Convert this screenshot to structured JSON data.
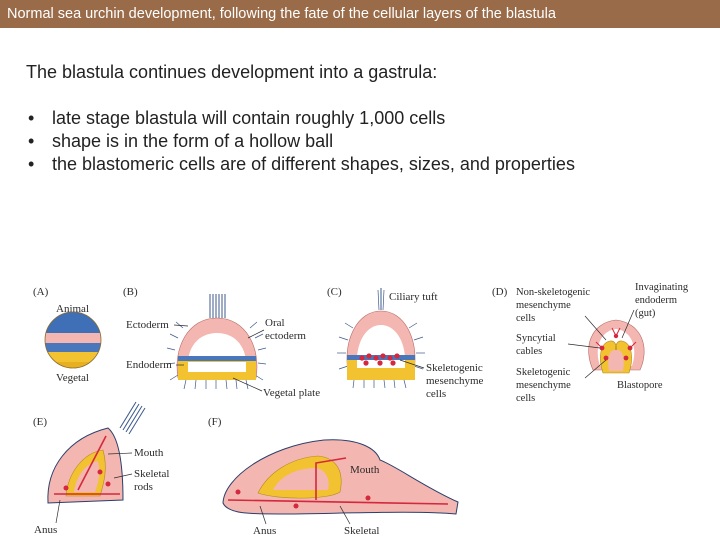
{
  "header": {
    "title": "Normal sea urchin development, following the fate of the cellular layers of the blastula"
  },
  "intro": "The blastula continues development into a gastrula:",
  "bullets": [
    {
      "marker": "•",
      "text": "late stage blastula will contain roughly 1,000 cells"
    },
    {
      "marker": "•",
      "text": "shape is in the form of a hollow ball"
    },
    {
      "marker": "•",
      "text": "the blastomeric cells are of different shapes, sizes, and properties"
    }
  ],
  "figure": {
    "panels": {
      "a": {
        "letter": "(A)",
        "labels": {
          "animal": "Animal",
          "vegetal": "Vegetal"
        }
      },
      "b": {
        "letter": "(B)",
        "labels": {
          "ectoderm": "Ectoderm",
          "oral": "Oral",
          "oral_ectoderm": "ectoderm",
          "endoderm": "Endoderm",
          "vegetal_plate": "Vegetal plate"
        }
      },
      "c": {
        "letter": "(C)",
        "labels": {
          "ciliary_tuft": "Ciliary tuft",
          "skel_1": "Skeletogenic",
          "skel_2": "mesenchyme",
          "skel_3": "cells"
        }
      },
      "d": {
        "letter": "(D)",
        "labels": {
          "nonskel_1": "Non-skeletogenic",
          "nonskel_2": "mesenchyme",
          "nonskel_3": "cells",
          "syncytial_1": "Syncytial",
          "syncytial_2": "cables",
          "skel_1": "Skeletogenic",
          "skel_2": "mesenchyme",
          "skel_3": "cells",
          "invag_1": "Invaginating",
          "invag_2": "endoderm",
          "invag_3": "(gut)",
          "blastopore": "Blastopore"
        }
      },
      "e": {
        "letter": "(E)",
        "labels": {
          "mouth": "Mouth",
          "skeletal": "Skeletal",
          "rods": "rods",
          "anus": "Anus"
        }
      },
      "f": {
        "letter": "(F)",
        "labels": {
          "mouth": "Mouth",
          "anus": "Anus",
          "skeletal": "Skeletal"
        }
      }
    },
    "colors": {
      "ectoderm": "#f3b6b0",
      "endoderm": "#f2c230",
      "animal": "#3f6fb7",
      "mesenchyme": "#d3283e",
      "cilia": "#3d5a8c",
      "line": "#2b2b2b"
    }
  }
}
